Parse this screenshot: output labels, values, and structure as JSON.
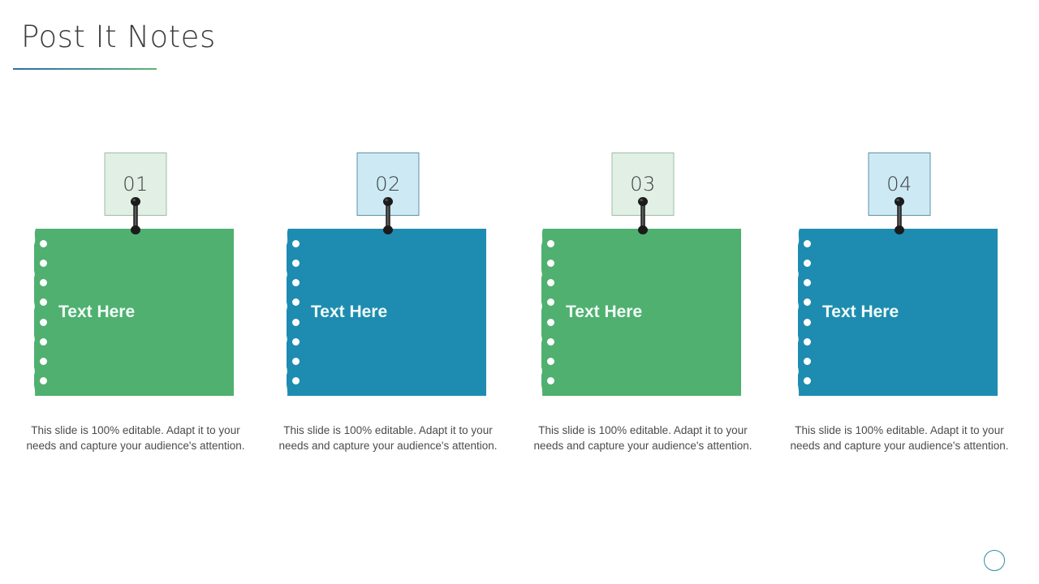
{
  "slide": {
    "title": "Post It Notes",
    "rule_colors": [
      "#2e6fa3",
      "#5bb573"
    ],
    "background": "#ffffff",
    "decor_circle_color": "#2e8ea3"
  },
  "palette": {
    "green_note": "#4fb070",
    "blue_note": "#1e8cb1",
    "green_tile_fill": "#e1efe4",
    "green_tile_border": "#9dbfa5",
    "blue_tile_fill": "#cdeaf4",
    "blue_tile_border": "#5d93a8",
    "pin": "#231f20",
    "note_label_color": "#f2fbf6",
    "caption_color": "#4b4b4d",
    "title_color": "#3b3b3d"
  },
  "cards": [
    {
      "number": "01",
      "theme": "green",
      "label": "Text Here",
      "caption": "This slide is 100% editable. Adapt it to your needs and capture your audience's attention.",
      "holes": 8
    },
    {
      "number": "02",
      "theme": "blue",
      "label": "Text Here",
      "caption": "This slide is 100% editable. Adapt it to your needs and capture your audience's attention.",
      "holes": 8
    },
    {
      "number": "03",
      "theme": "green",
      "label": "Text Here",
      "caption": "This slide is 100% editable. Adapt it to your needs and capture your audience's attention.",
      "holes": 8
    },
    {
      "number": "04",
      "theme": "blue",
      "label": "Text Here",
      "caption": "This slide is 100% editable. Adapt it to your needs and capture your audience's attention.",
      "holes": 8
    }
  ]
}
